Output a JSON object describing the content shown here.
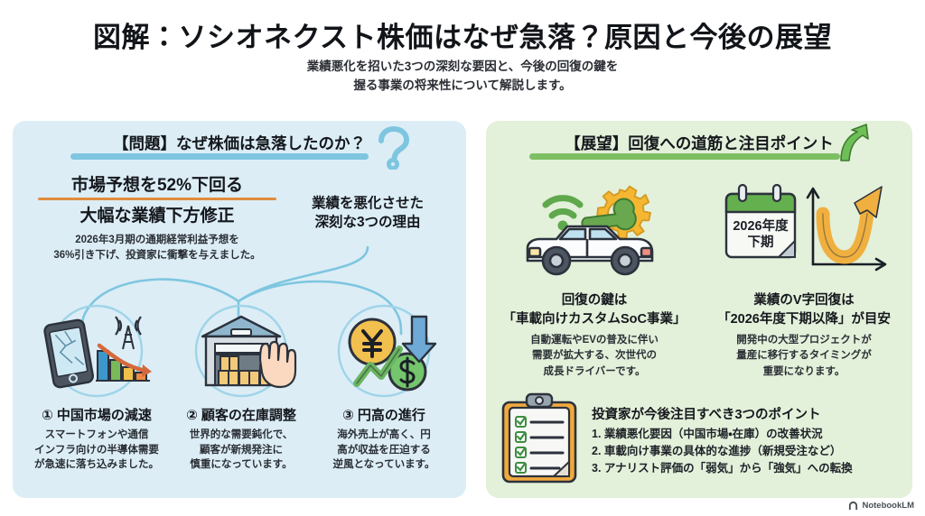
{
  "header": {
    "title": "図解：ソシオネクスト株価はなぜ急落？原因と今後の展望",
    "subtitle_line1": "業績悪化を招いた3つの深刻な要因と、今後の回復の鍵を",
    "subtitle_line2": "握る事業の将来性について解説します。"
  },
  "colors": {
    "left_panel_bg": "#dcedf6",
    "right_panel_bg": "#e3f0da",
    "left_accent": "#7ec6e0",
    "right_accent": "#7dbf63",
    "orange_rule": "#e08b3c",
    "text": "#14171c"
  },
  "left_panel": {
    "heading": "【問題】なぜ株価は急落したのか？",
    "heading_icon": "question-mark-icon",
    "kpi": {
      "line1": "市場予想を52%下回る",
      "line2": "大幅な業績下方修正",
      "note_line1": "2026年3月期の通期経常利益予想を",
      "note_line2": "36%引き下げ、投資家に衝撃を与えました。"
    },
    "reasons_heading_line1": "業績を悪化させた",
    "reasons_heading_line2": "深刻な3つの理由",
    "cards": [
      {
        "icon": "cracked-smartphone-declining-bar-chart-icon",
        "title": "① 中国市場の減速",
        "body_line1": "スマートフォンや通信",
        "body_line2": "インフラ向けの半導体需要",
        "body_line3": "が急速に落ち込みました。"
      },
      {
        "icon": "warehouse-boxes-stop-hand-icon",
        "title": "② 顧客の在庫調整",
        "body_line1": "世界的な需要鈍化で、",
        "body_line2": "顧客が新規発注に",
        "body_line3": "慎重になっています。"
      },
      {
        "icon": "yen-dollar-coin-down-arrow-icon",
        "title": "③ 円高の進行",
        "body_line1": "海外売上が高く、円",
        "body_line2": "高が収益を圧迫する",
        "body_line3": "逆風となっています。"
      }
    ]
  },
  "right_panel": {
    "heading": "【展望】回復への道筋と注目ポイント",
    "heading_icon": "up-arrow-icon",
    "columns": [
      {
        "icon": "connected-car-wifi-gear-wrench-icon",
        "title_line1": "回復の鍵は",
        "title_line2": "「車載向けカスタムSoC事業」",
        "body_line1": "自動運転やEVの普及に伴い",
        "body_line2": "需要が拡大する、次世代の",
        "body_line3": "成長ドライバーです。"
      },
      {
        "icon": "calendar-v-shaped-recovery-chart-icon",
        "calendar_line1": "2026年度",
        "calendar_line2": "下期",
        "title_line1": "業績のV字回復は",
        "title_line2": "「2026年度下期以降」が目安",
        "body_line1": "開発中の大型プロジェクトが",
        "body_line2": "量産に移行するタイミングが",
        "body_line3": "重要になります。"
      }
    ],
    "checklist": {
      "icon": "clipboard-checklist-icon",
      "title": "投資家が今後注目すべき3つのポイント",
      "items": [
        "1. 業績悪化要因（中国市場・在庫）の改善状況",
        "2. 車載向け事業の具体的な進捗（新規受注など）",
        "3. アナリスト評価の「弱気」から「強気」への転換"
      ]
    }
  },
  "watermark": {
    "icon": "notebooklm-logo-icon",
    "label": "NotebookLM"
  }
}
